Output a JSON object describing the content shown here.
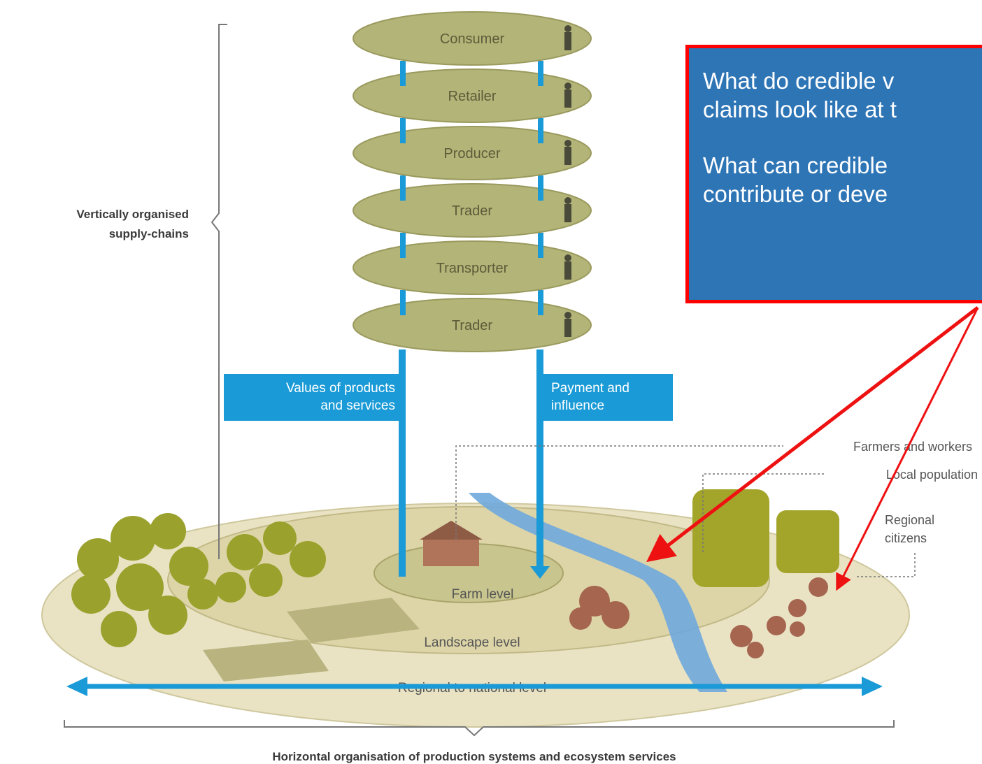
{
  "diagram": {
    "tiers": [
      "Consumer",
      "Retailer",
      "Producer",
      "Trader",
      "Transporter",
      "Trader"
    ],
    "vertical_label": [
      "Vertically organised",
      "supply-chains"
    ],
    "flow_left": [
      "Values of products",
      "and services"
    ],
    "flow_right": [
      "Payment and",
      "influence"
    ],
    "levels": {
      "farm": "Farm level",
      "landscape": "Landscape level",
      "regional": "Regional to national level"
    },
    "annotations": {
      "farmers": "Farmers and workers",
      "local": "Local population",
      "regional_1": "Regional",
      "regional_2": "citizens"
    },
    "horizontal_label": "Horizontal organisation of production systems and ecosystem services"
  },
  "callout": {
    "line1a": "What do credible v",
    "line1b": "claims look like at t",
    "line2a": "What can credible",
    "line2b": "contribute or deve"
  },
  "colors": {
    "tier": "#b3b478",
    "flow": "#1a9ad6",
    "callout_bg": "#2e75b6",
    "callout_border": "#ff0000"
  }
}
